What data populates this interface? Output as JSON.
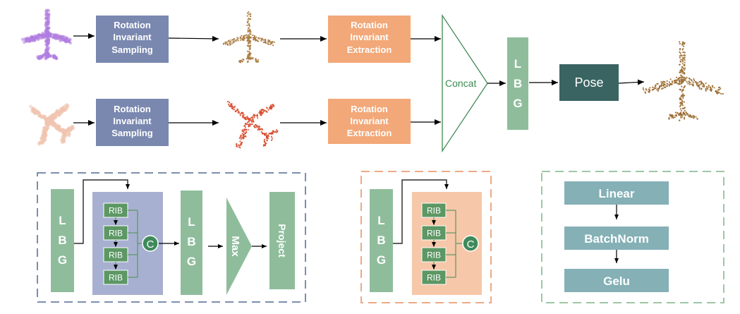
{
  "colors": {
    "sampling": "#7a88b0",
    "extraction": "#f2a878",
    "lbg": "#8fbd9c",
    "pose": "#3a6462",
    "rib": "#5c9764",
    "circle": "#3f8a5b",
    "bluePanel": "#a7b0d0",
    "orangePanel": "#f6c7a8",
    "teal": "#84b0b6",
    "dashBlue": "#7d8eae",
    "dashOrange": "#ecaa86",
    "dashGreen": "#9dc7a4",
    "concatStroke": "#3e8a52",
    "planePurple": "#b07ee0",
    "planeBrown": "#a87a3e",
    "planePink": "#f1c4b0",
    "planeRed": "#d8492a",
    "planeFinal": "#9a6a2e"
  },
  "top": {
    "sampling": [
      "Rotation",
      "Invariant",
      "Sampling"
    ],
    "extraction": [
      "Rotation",
      "Invariant",
      "Extraction"
    ],
    "concat": "Concat",
    "lbg": [
      "L",
      "B",
      "G"
    ],
    "pose": "Pose"
  },
  "lbgBlock": {
    "lbg": [
      "L",
      "B",
      "G"
    ],
    "rib": "RIB",
    "circle": "C",
    "max": "Max",
    "project": "Project"
  },
  "legend": {
    "items": [
      "Linear",
      "BatchNorm",
      "Gelu"
    ]
  }
}
